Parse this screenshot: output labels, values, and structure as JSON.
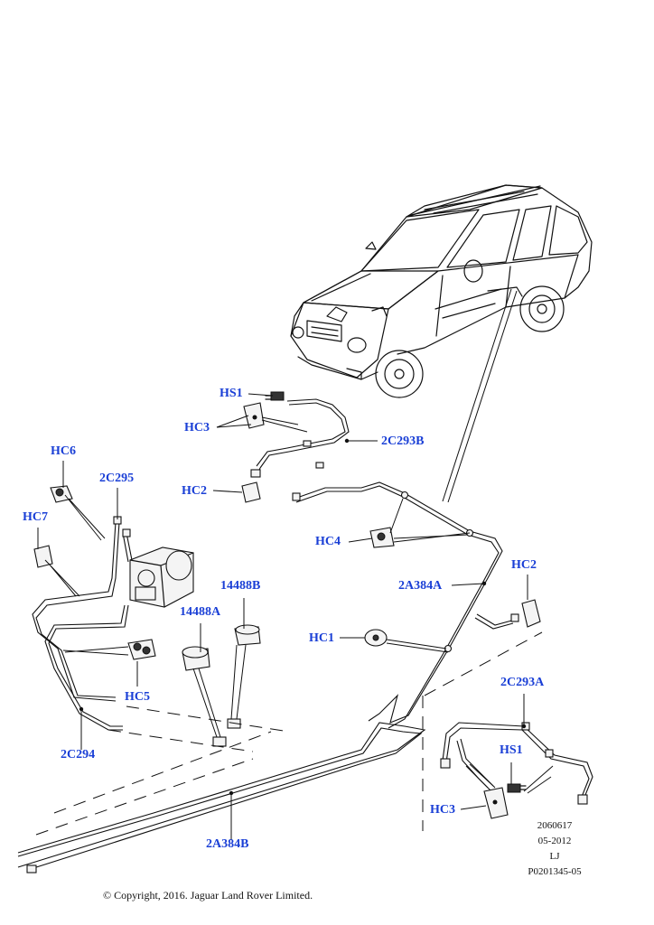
{
  "callouts": {
    "hs1_top": "HS1",
    "hc3_top": "HC3",
    "c2c293b": "2C293B",
    "hc2_top": "HC2",
    "hc6": "HC6",
    "c2c295": "2C295",
    "hc7": "HC7",
    "hc4": "HC4",
    "a2a384a": "2A384A",
    "hc2_right": "HC2",
    "p14488b": "14488B",
    "p14488a": "14488A",
    "hc1": "HC1",
    "hc5": "HC5",
    "c2c293a": "2C293A",
    "hs1_bottom": "HS1",
    "c2c294": "2C294",
    "hc3_bottom": "HC3",
    "a2a384b": "2A384B"
  },
  "meta": {
    "ref_number": "2060617",
    "date": "05-2012",
    "initials": "LJ",
    "plate_id": "P0201345-05"
  },
  "copyright": "© Copyright, 2016. Jaguar Land Rover Limited.",
  "colors": {
    "callout": "#1a3fd6",
    "line": "#111111"
  }
}
